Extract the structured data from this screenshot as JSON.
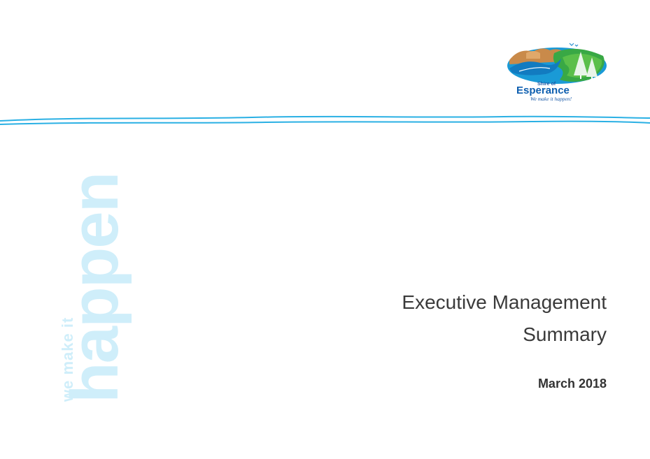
{
  "logo": {
    "line1": "Shire of",
    "line2": "Esperance",
    "line3": "We make it happen!"
  },
  "watermark": {
    "small": "we make it",
    "big": "happen"
  },
  "title": {
    "line1": "Executive Management",
    "line2": "Summary"
  },
  "date": "March 2018",
  "colors": {
    "wave": "#2ab0e4",
    "watermark": "#cfeefa",
    "title": "#3a3a3a"
  }
}
